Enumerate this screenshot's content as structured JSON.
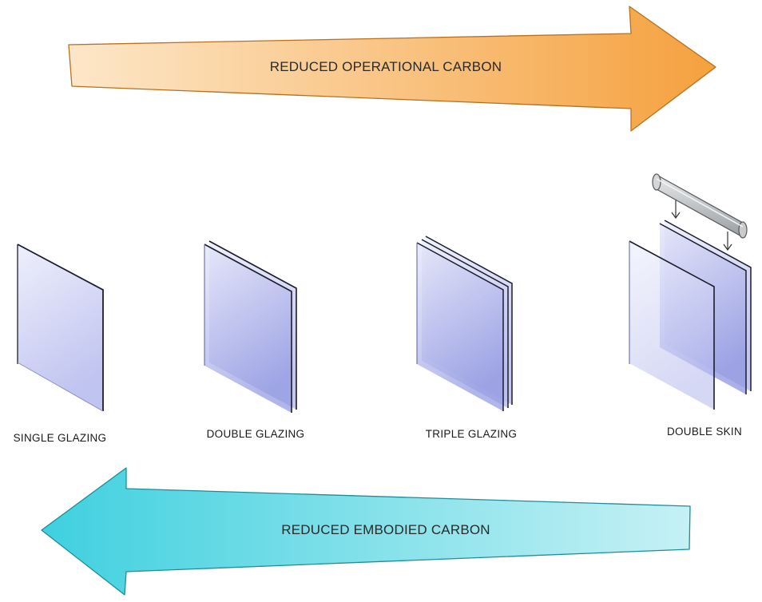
{
  "top_arrow": {
    "label": "REDUCED OPERATIONAL CARBON",
    "direction": "right",
    "color_start": "#fde7c9",
    "color_end": "#f5a13e",
    "stroke": "#b8701f"
  },
  "bottom_arrow": {
    "label": "REDUCED EMBODIED CARBON",
    "direction": "left",
    "color_start": "#3fd0df",
    "color_end": "#c6f1f5",
    "stroke": "#1e8d99"
  },
  "glazing_types": [
    {
      "label": "SINGLE GLAZING",
      "panes": 1
    },
    {
      "label": "DOUBLE GLAZING",
      "panes": 2
    },
    {
      "label": "TRIPLE GLAZING",
      "panes": 3
    },
    {
      "label": "DOUBLE SKIN",
      "panes": 2,
      "shading_device": "roller-blind"
    }
  ],
  "colors": {
    "glass_light": "#e2e4f8",
    "glass_dark": "#8f96e0",
    "edge": "#1b1d2e",
    "roller": "#b9bcbf"
  }
}
